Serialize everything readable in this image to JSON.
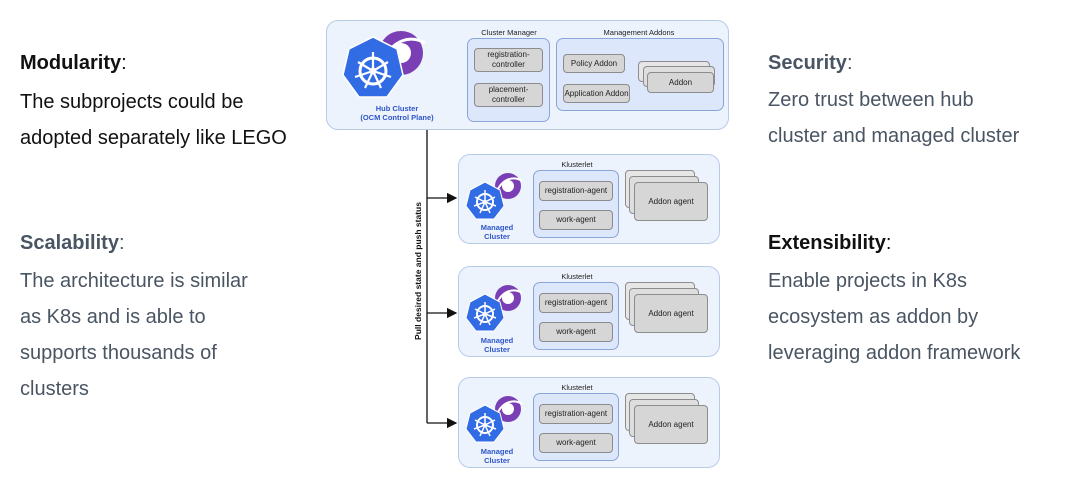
{
  "left": {
    "modularity": {
      "title": "Modularity",
      "colon": ":",
      "lines": [
        "The subprojects could be",
        "adopted separately like LEGO"
      ]
    },
    "scalability": {
      "title": "Scalability",
      "colon": ":",
      "lines": [
        "The architecture is similar",
        "as K8s and is able to",
        "supports thousands of",
        "clusters"
      ]
    }
  },
  "right": {
    "security": {
      "title": "Security",
      "colon": ":",
      "lines": [
        "Zero trust between hub",
        "cluster and managed cluster"
      ]
    },
    "extensibility": {
      "title": "Extensibility",
      "colon": ":",
      "lines": [
        "Enable projects in K8s",
        "ecosystem as addon by",
        "leveraging addon framework"
      ]
    }
  },
  "hub": {
    "label_line1": "Hub Cluster",
    "label_line2": "(OCM Control Plane)",
    "cluster_manager": {
      "title": "Cluster Manager",
      "items": [
        "registration-\ncontroller",
        "placement-\ncontroller"
      ]
    },
    "management_addons": {
      "title": "Management Addons",
      "policy": "Policy Addon",
      "application": "Application Addon",
      "addon": "Addon"
    }
  },
  "arrow_label": "Pull desired state and push status",
  "managed": [
    {
      "label_line1": "Managed",
      "label_line2": "Cluster",
      "klusterlet": "Klusterlet",
      "registration": "registration-agent",
      "work": "work-agent",
      "addon_agent": "Addon agent"
    },
    {
      "label_line1": "Managed",
      "label_line2": "Cluster",
      "klusterlet": "Klusterlet",
      "registration": "registration-agent",
      "work": "work-agent",
      "addon_agent": "Addon agent"
    },
    {
      "label_line1": "Managed",
      "label_line2": "Cluster",
      "klusterlet": "Klusterlet",
      "registration": "registration-agent",
      "work": "work-agent",
      "addon_agent": "Addon agent"
    }
  ],
  "colors": {
    "k8s_blue": "#326ce5",
    "ocm_purple": "#7b3fb5",
    "panel_bg": "#edf3fd",
    "slate_text": "#4a5563"
  }
}
